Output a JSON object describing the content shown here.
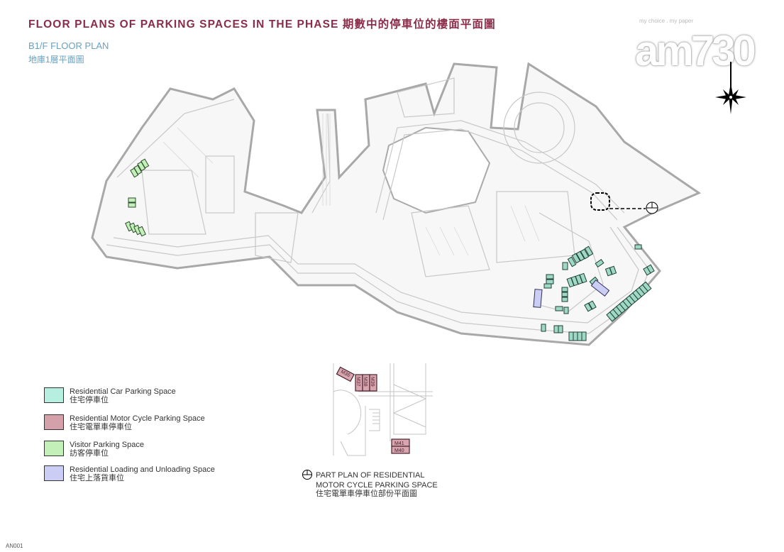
{
  "header": {
    "title": "FLOOR PLANS OF PARKING SPACES IN THE PHASE 期數中的停車位的樓面平面圖",
    "floor_label_en": "B1/F FLOOR PLAN",
    "floor_label_zh": "地庫1層平面圖"
  },
  "watermark": {
    "tagline": "my choice . my paper",
    "brand": "am730"
  },
  "compass": {
    "icon": "north-arrow-icon"
  },
  "legend": [
    {
      "en": "Residential Car Parking Space",
      "zh": "住宅停車位",
      "color": "#b6efe0"
    },
    {
      "en": "Residential Motor Cycle Parking Space",
      "zh": "住宅電單車停車位",
      "color": "#d4a0aa"
    },
    {
      "en": "Visitor Parking Space",
      "zh": "訪客停車位",
      "color": "#c3f0b8"
    },
    {
      "en": "Residential Loading and Unloading Space",
      "zh": "住宅上落貨車位",
      "color": "#cccdf5"
    }
  ],
  "part_plan": {
    "spaces": [
      "M36",
      "M37",
      "M38",
      "M39",
      "M41",
      "M40"
    ],
    "caption_line1": "PART PLAN OF RESIDENTIAL",
    "caption_line2": "MOTOR CYCLE PARKING SPACE",
    "caption_zh": "住宅電單車停車位部份平面圖"
  },
  "footer": {
    "code": "AN001"
  }
}
